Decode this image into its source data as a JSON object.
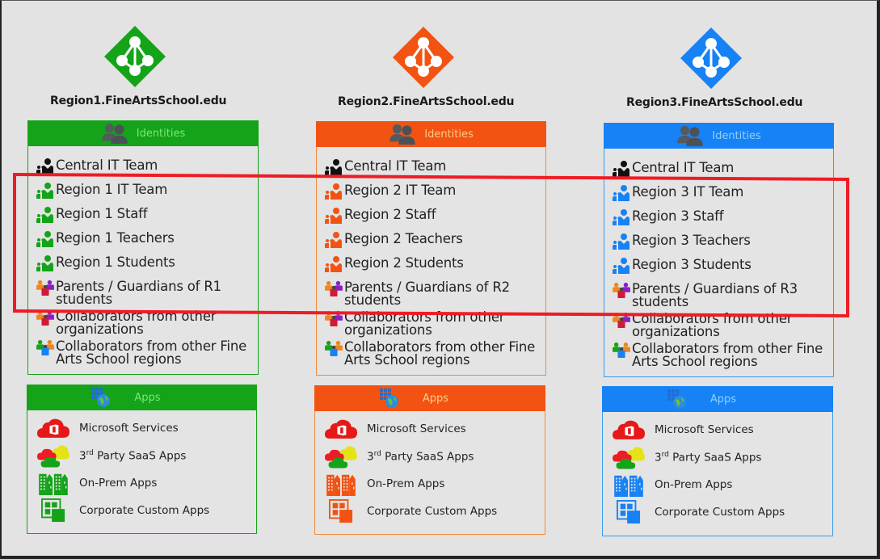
{
  "colors": {
    "region1": "#15a319",
    "region2": "#f25312",
    "region3": "#1682f6",
    "highlight": "#ee1c25",
    "header_text_r1": "#7be87a",
    "header_text_r2": "#ffcc88",
    "header_text_r3": "#8fd0ff",
    "background": "#e3e3e3"
  },
  "regions": [
    {
      "domain": "Region1.FineArtsSchool.edu",
      "logo_icon": "azure-ad-icon",
      "identities": {
        "header": "Identities",
        "header_icon": "users-icon",
        "items": [
          {
            "label": "Central IT Team",
            "icon": "group-icon-black"
          },
          {
            "label": "Region 1 IT Team",
            "icon": "group-icon-region"
          },
          {
            "label": "Region 1 Staff",
            "icon": "group-icon-region"
          },
          {
            "label": "Region 1 Teachers",
            "icon": "group-icon-region"
          },
          {
            "label": "Region 1 Students",
            "icon": "group-icon-region"
          },
          {
            "label": "Parents / Guardians of R1 students",
            "icon": "group-icon-multicolor"
          },
          {
            "label": "Collaborators from other organizations",
            "icon": "group-icon-multicolor"
          },
          {
            "label": "Collaborators from other Fine Arts School regions",
            "icon": "group-icon-multicolor-green"
          }
        ]
      },
      "apps": {
        "header": "Apps",
        "header_icon": "apps-globe-icon",
        "items": [
          {
            "label": "Microsoft Services",
            "icon": "office-cloud-icon"
          },
          {
            "label_pre": "3",
            "label_sup": "rd",
            "label_post": " Party SaaS Apps",
            "icon": "saas-clouds-icon"
          },
          {
            "label": "On-Prem Apps",
            "icon": "buildings-icon"
          },
          {
            "label": "Corporate Custom Apps",
            "icon": "custom-apps-icon"
          }
        ]
      }
    },
    {
      "domain": "Region2.FineArtsSchool.edu",
      "logo_icon": "azure-ad-icon",
      "identities": {
        "header": "Identities",
        "header_icon": "users-icon",
        "items": [
          {
            "label": "Central IT Team",
            "icon": "group-icon-black"
          },
          {
            "label": "Region 2 IT Team",
            "icon": "group-icon-region"
          },
          {
            "label": "Region 2 Staff",
            "icon": "group-icon-region"
          },
          {
            "label": "Region 2 Teachers",
            "icon": "group-icon-region"
          },
          {
            "label": "Region 2 Students",
            "icon": "group-icon-region"
          },
          {
            "label": "Parents / Guardians of R2 students",
            "icon": "group-icon-multicolor"
          },
          {
            "label": "Collaborators from other organizations",
            "icon": "group-icon-multicolor"
          },
          {
            "label": "Collaborators from other Fine Arts School regions",
            "icon": "group-icon-multicolor-green"
          }
        ]
      },
      "apps": {
        "header": "Apps",
        "header_icon": "apps-globe-icon",
        "items": [
          {
            "label": "Microsoft Services",
            "icon": "office-cloud-icon"
          },
          {
            "label_pre": "3",
            "label_sup": "rd",
            "label_post": " Party SaaS Apps",
            "icon": "saas-clouds-icon"
          },
          {
            "label": "On-Prem Apps",
            "icon": "buildings-icon"
          },
          {
            "label": "Corporate Custom Apps",
            "icon": "custom-apps-icon"
          }
        ]
      }
    },
    {
      "domain": "Region3.FineArtsSchool.edu",
      "logo_icon": "azure-ad-icon",
      "identities": {
        "header": "Identities",
        "header_icon": "users-icon",
        "items": [
          {
            "label": "Central IT Team",
            "icon": "group-icon-black"
          },
          {
            "label": "Region 3 IT Team",
            "icon": "group-icon-region"
          },
          {
            "label": "Region 3 Staff",
            "icon": "group-icon-region"
          },
          {
            "label": "Region 3 Teachers",
            "icon": "group-icon-region"
          },
          {
            "label": "Region 3 Students",
            "icon": "group-icon-region"
          },
          {
            "label": "Parents / Guardians of R3 students",
            "icon": "group-icon-multicolor"
          },
          {
            "label": "Collaborators from other organizations",
            "icon": "group-icon-multicolor"
          },
          {
            "label": "Collaborators from other Fine Arts School regions",
            "icon": "group-icon-multicolor-green"
          }
        ]
      },
      "apps": {
        "header": "Apps",
        "header_icon": "apps-globe-icon",
        "items": [
          {
            "label": "Microsoft Services",
            "icon": "office-cloud-icon"
          },
          {
            "label_pre": "3",
            "label_sup": "rd",
            "label_post": " Party SaaS Apps",
            "icon": "saas-clouds-icon"
          },
          {
            "label": "On-Prem Apps",
            "icon": "buildings-icon"
          },
          {
            "label": "Corporate Custom Apps",
            "icon": "custom-apps-icon"
          }
        ]
      }
    }
  ],
  "highlight_box": {
    "label": "region-scoped identities highlight",
    "color": "#ee1c25"
  }
}
